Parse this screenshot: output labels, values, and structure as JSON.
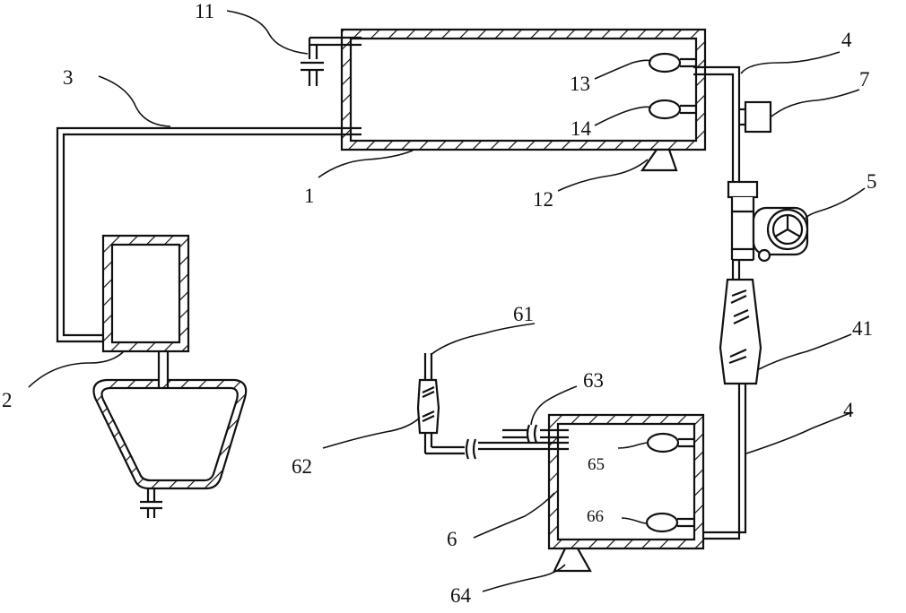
{
  "labels": {
    "l1": "1",
    "l2": "2",
    "l3": "3",
    "l4a": "4",
    "l4b": "4",
    "l5": "5",
    "l6": "6",
    "l7": "7",
    "l11": "11",
    "l12": "12",
    "l13": "13",
    "l14": "14",
    "l41": "41",
    "l61": "61",
    "l62": "62",
    "l63": "63",
    "l64": "64",
    "l65": "65",
    "l66": "66"
  }
}
